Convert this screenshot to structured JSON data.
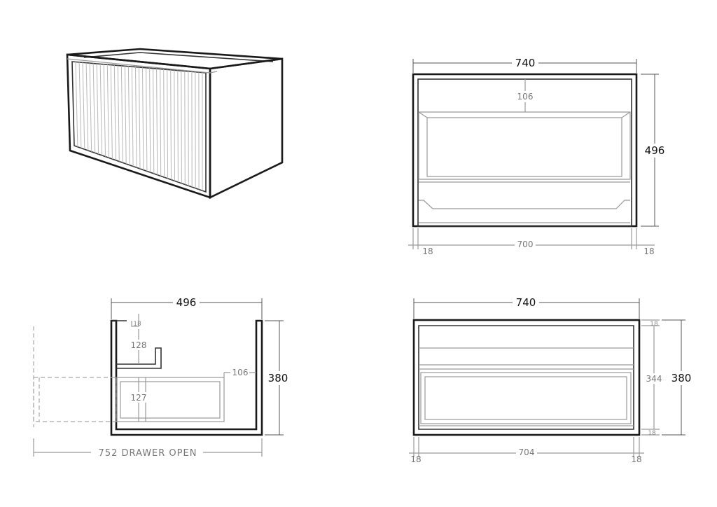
{
  "views": {
    "isometric": {
      "name": "isometric-view"
    },
    "front": {
      "overall_width": "740",
      "height": "496",
      "drawer_gap": "106",
      "inner_width": "700",
      "side_left": "18",
      "side_right": "18"
    },
    "side": {
      "depth": "496",
      "height": "380",
      "top_rail": "18",
      "upper_drawer": "128",
      "lower_drawer": "127",
      "rail_offset": "106",
      "drawer_open": "752 DRAWER OPEN"
    },
    "plan": {
      "overall_width": "740",
      "height": "380",
      "inner_height": "344",
      "top_panel": "18",
      "bottom_panel": "18",
      "inner_width": "704",
      "side_left": "18",
      "side_right": "18"
    }
  }
}
